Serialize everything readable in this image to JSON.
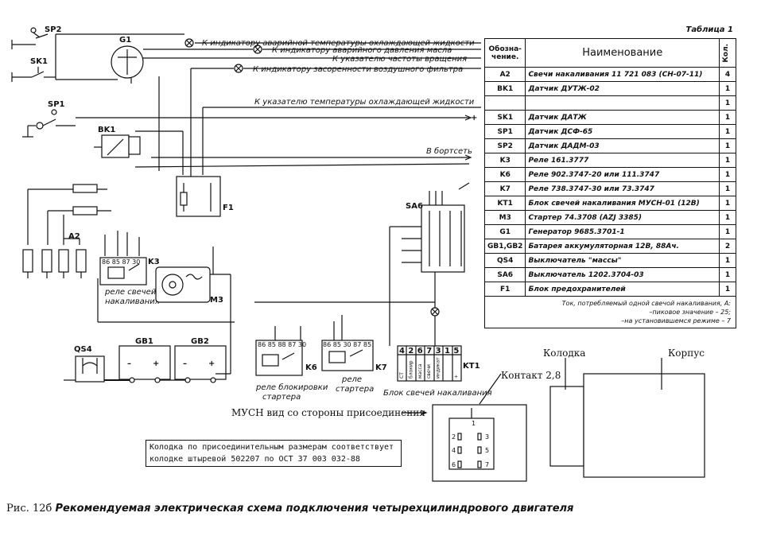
{
  "labels": {
    "sp2": "SP2",
    "sk1": "SK1",
    "sp1": "SP1",
    "g1": "G1",
    "bk1": "BK1",
    "f1": "F1",
    "a2": "A2",
    "k3": "K3",
    "k3_pins": "86 85 87 30",
    "k3_caption_1": "реле свечей",
    "k3_caption_2": "накаливания",
    "m3": "M3",
    "qs4": "QS4",
    "gb1": "GB1",
    "gb2": "GB2",
    "sa6": "SA6",
    "k6": "K6",
    "k6_pins": "86 85 88 87 30",
    "k6_caption_1": "реле блокировки",
    "k6_caption_2": "стартера",
    "k7": "K7",
    "k7_pins": "86 85 30 87 85",
    "k7_caption_1": "реле",
    "k7_caption_2": "стартера",
    "kt1": "KT1",
    "kt1_pins": [
      "4",
      "2",
      "6",
      "7",
      "3",
      "1",
      "5"
    ],
    "kt1_sub": [
      "СТ",
      "блокир",
      "масса",
      "свечи",
      "индикат",
      "",
      "+"
    ],
    "kt1_caption": "Блок свечей накаливания",
    "line_1": "К индикатору аварийной температуры охлаждающей жидкости",
    "line_2": "К индикатору аварийного давления масла",
    "line_3": "К указателю частоты вращения",
    "line_4": "К индикатору засоренности воздушного фильтра",
    "line_5": "К указателю температуры охлаждающей жидкости",
    "plus": "+",
    "onboard": "В бортсеть",
    "minus": "–",
    "plus_sign": "+",
    "mush_view": "МУСН вид со стороны присоединения",
    "kolodka": "Колодка",
    "korpus": "Корпус",
    "kontakt": "Контакт 2,8",
    "conn_pins": [
      "1",
      "2",
      "3",
      "4",
      "5",
      "6",
      "7"
    ]
  },
  "connector_note": {
    "line1": "Колодка по присоединительным размерам соответствует",
    "line2": "колодке штыревой 502207 по ОСТ 37 003 032-88"
  },
  "table": {
    "caption": "Таблица 1",
    "head_code": "Обозна-чение.",
    "head_name": "Наименование",
    "head_qty": "Кол.",
    "rows": [
      {
        "code": "A2",
        "name": "Свечи накаливания 11 721 083 (СН-07-11)",
        "qty": "4"
      },
      {
        "code": "BK1",
        "name": "Датчик ДУТЖ-02",
        "qty": "1"
      },
      {
        "code": "",
        "name": "",
        "qty": "1"
      },
      {
        "code": "SK1",
        "name": "Датчик ДАТЖ",
        "qty": "1"
      },
      {
        "code": "SP1",
        "name": "Датчик ДСФ-65",
        "qty": "1"
      },
      {
        "code": "SP2",
        "name": "Датчик ДАДМ-03",
        "qty": "1"
      },
      {
        "code": "K3",
        "name": "Реле 161.3777",
        "qty": "1"
      },
      {
        "code": "K6",
        "name": "Реле 902.3747-20 или 111.3747",
        "qty": "1"
      },
      {
        "code": "K7",
        "name": "Реле 738.3747-30 или 73.3747",
        "qty": "1"
      },
      {
        "code": "KT1",
        "name": "Блок свечей накаливания МУСН-01 (12В)",
        "qty": "1"
      },
      {
        "code": "M3",
        "name": "Стартер 74.3708 (AZJ 3385)",
        "qty": "1"
      },
      {
        "code": "G1",
        "name": "Генератор 9685.3701-1",
        "qty": "1"
      },
      {
        "code": "GB1,GB2",
        "name": "Батарея аккумуляторная 12В, 88Ач.",
        "qty": "2"
      },
      {
        "code": "QS4",
        "name": "Выключатель \"массы\"",
        "qty": "1"
      },
      {
        "code": "SA6",
        "name": "Выключатель 1202.3704-03",
        "qty": "1"
      },
      {
        "code": "F1",
        "name": "Блок предохранителей",
        "qty": "1"
      }
    ],
    "note_1": "Ток, потребляемый одной свечой накаливания, А:",
    "note_2": "–пиковое значение – 25;",
    "note_3": "–на установившемся режиме – 7"
  },
  "caption": {
    "prefix": "Рис. 12б",
    "text": "Рекомендуемая электрическая схема подключения четырехцилиндрового двигателя"
  }
}
